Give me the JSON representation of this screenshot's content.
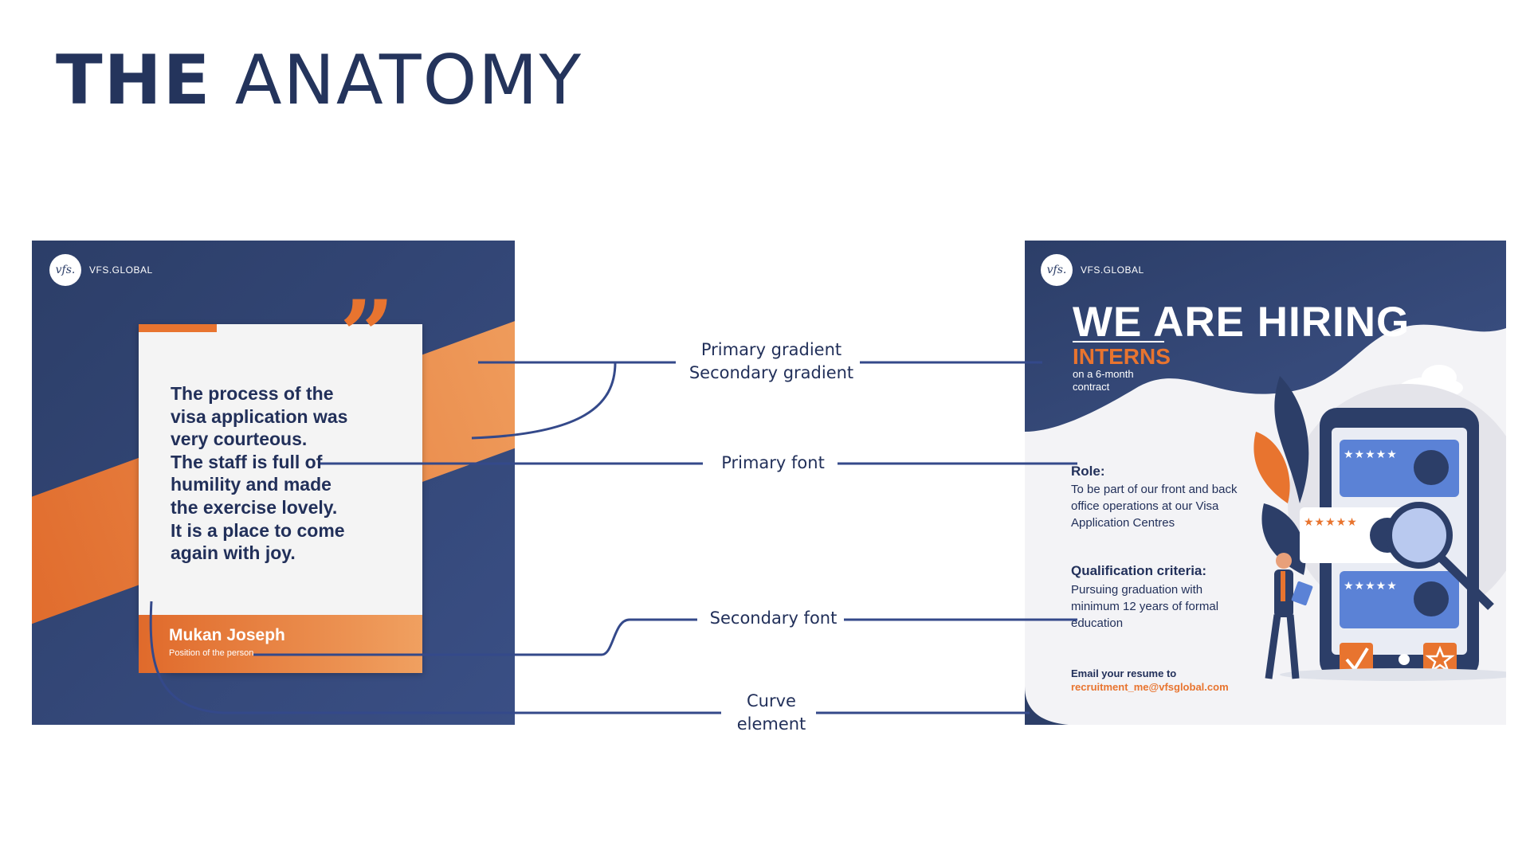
{
  "title": {
    "bold": "THE",
    "light": "ANATOMY"
  },
  "left_card": {
    "logo_mark": "vfs.",
    "brand": "VFS.GLOBAL",
    "quote_mark": "”",
    "quote": "The process of the\nvisa application was\nvery courteous.\nThe staff is full of\nhumility and made\nthe exercise lovely.\nIt is a place to come\nagain with joy.",
    "name": "Mukan Joseph",
    "position": "Position of the person"
  },
  "right_card": {
    "logo_mark": "vfs.",
    "brand": "VFS.GLOBAL",
    "headline": "WE ARE HIRING",
    "subhead": "INTERNS",
    "contract": "on a 6-month contract",
    "role_heading": "Role:",
    "role_text": "To be part of our front and back office operations at our Visa Application Centres",
    "qual_heading": "Qualification criteria:",
    "qual_text": "Pursuing graduation with minimum 12 years of formal education",
    "email_label": "Email your resume to",
    "email": "recruitment_me@vfsglobal.com",
    "stars": "★★★★★"
  },
  "annotations": {
    "gradient": "Primary gradient\nSecondary gradient",
    "primary_font": "Primary font",
    "secondary_font": "Secondary font",
    "curve": "Curve\nelement"
  },
  "colors": {
    "navy": "#2c3e68",
    "orange": "#e8742f",
    "line": "#34498a"
  }
}
